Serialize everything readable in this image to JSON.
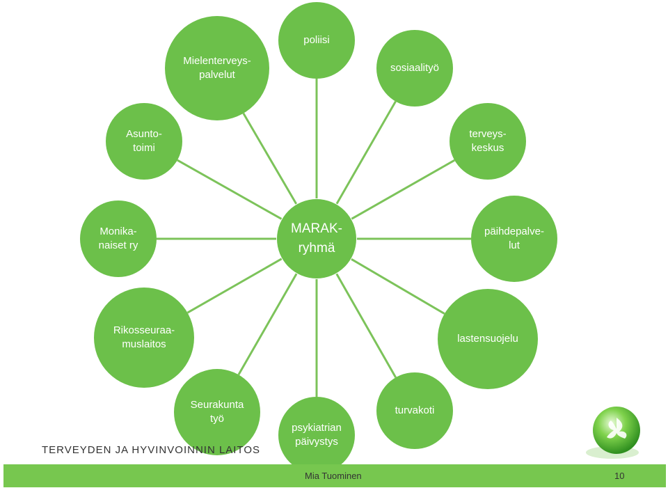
{
  "center": {
    "label": "MARAK-\nryhmä"
  },
  "nodes": [
    {
      "id": "poliisi",
      "label": "poliisi"
    },
    {
      "id": "sosiaalityo",
      "label": "sosiaalityö"
    },
    {
      "id": "terveyskeskus",
      "label": "terveys-\nkeskus"
    },
    {
      "id": "paihdepalvelut",
      "label": "päihdepalve-\nlut"
    },
    {
      "id": "lastensuojelu",
      "label": "lastensuojelu"
    },
    {
      "id": "turvakoti",
      "label": "turvakoti"
    },
    {
      "id": "psykiatrian-paivystys",
      "label": "psykiatrian\npäivystys"
    },
    {
      "id": "seurakuntatyo",
      "label": "Seurakunta\ntyö"
    },
    {
      "id": "rikosseuraamuslaitos",
      "label": "Rikosseuraa-\nmuslaitos"
    },
    {
      "id": "monikanaiset",
      "label": "Monika-\nnaiset ry"
    },
    {
      "id": "asuntotoimi",
      "label": "Asunto-\ntoimi"
    },
    {
      "id": "mielenterveyspalvelut",
      "label": "Mielenterveys-\npalvelut"
    }
  ],
  "footer": {
    "logo_text": "TERVEYDEN JA HYVINVOINNIN LAITOS",
    "author": "Mia Tuominen",
    "page_number": "10"
  },
  "colors": {
    "node": "#6cc04a",
    "line": "#7cc35a",
    "footer": "#77c74f"
  },
  "icons": {
    "orb": "green-globe-orb-icon"
  }
}
